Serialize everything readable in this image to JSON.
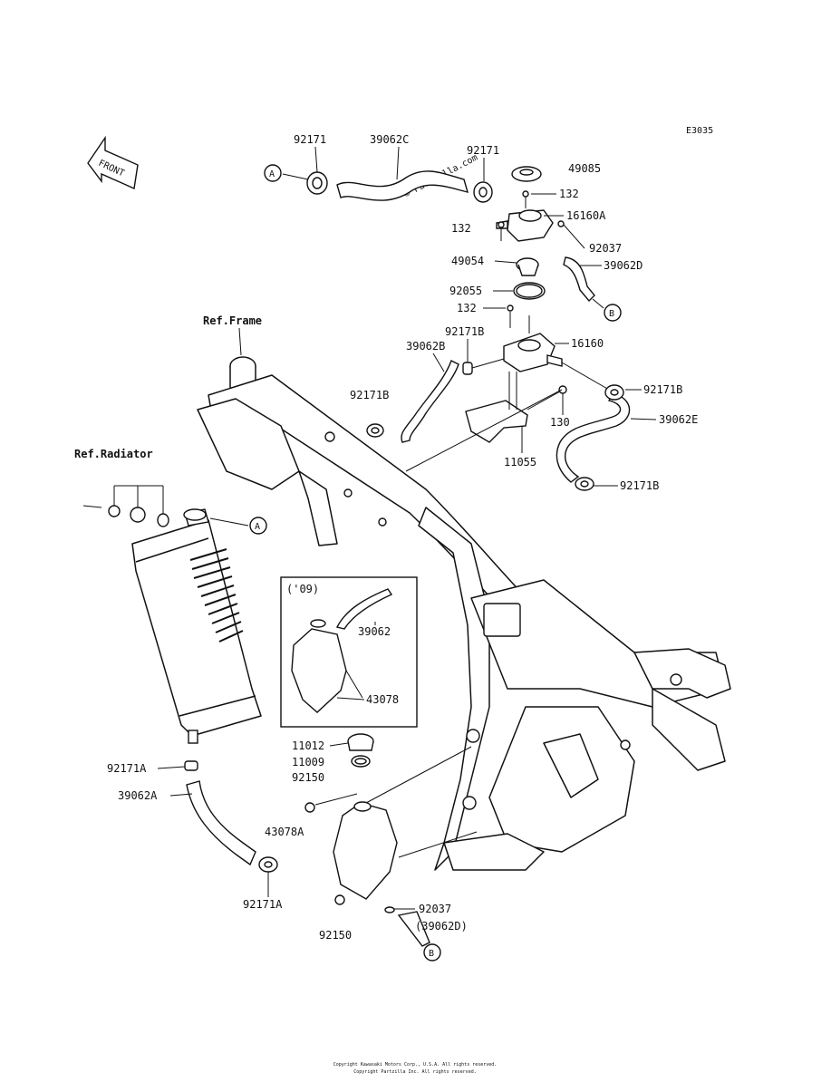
{
  "diagram": {
    "code": "E3035",
    "watermark": "© Partzilla.com",
    "footer_line1": "Copyright Kawasaki Motors Corp., U.S.A. All rights reserved.",
    "footer_line2": "Copyright Partzilla Inc. All rights reserved."
  },
  "refs": {
    "frame": "Ref.Frame",
    "radiator": "Ref.Radiator",
    "front": "FRONT",
    "inset_year": "('09)"
  },
  "callouts": {
    "A": "A",
    "B": "B"
  },
  "parts": {
    "p92171_left": "92171",
    "p39062C": "39062C",
    "p92171_right": "92171",
    "p49085": "49085",
    "p132_top": "132",
    "p16160A": "16160A",
    "p132_left": "132",
    "p92037_top": "92037",
    "p39062D": "39062D",
    "p49054": "49054",
    "p92055": "92055",
    "p132_mid": "132",
    "p92171B_a": "92171B",
    "p16160": "16160",
    "p39062B": "39062B",
    "p92171B_b": "92171B",
    "p92171B_c": "92171B",
    "p130": "130",
    "p39062E": "39062E",
    "p11055": "11055",
    "p92171B_d": "92171B",
    "p39062": "39062",
    "p43078": "43078",
    "p11012": "11012",
    "p11009": "11009",
    "p92150_a": "92150",
    "p92171A_a": "92171A",
    "p39062A": "39062A",
    "p43078A": "43078A",
    "p92171A_b": "92171A",
    "p92037_bottom": "92037",
    "p39062D_paren": "(39062D)",
    "p92150_b": "92150"
  }
}
